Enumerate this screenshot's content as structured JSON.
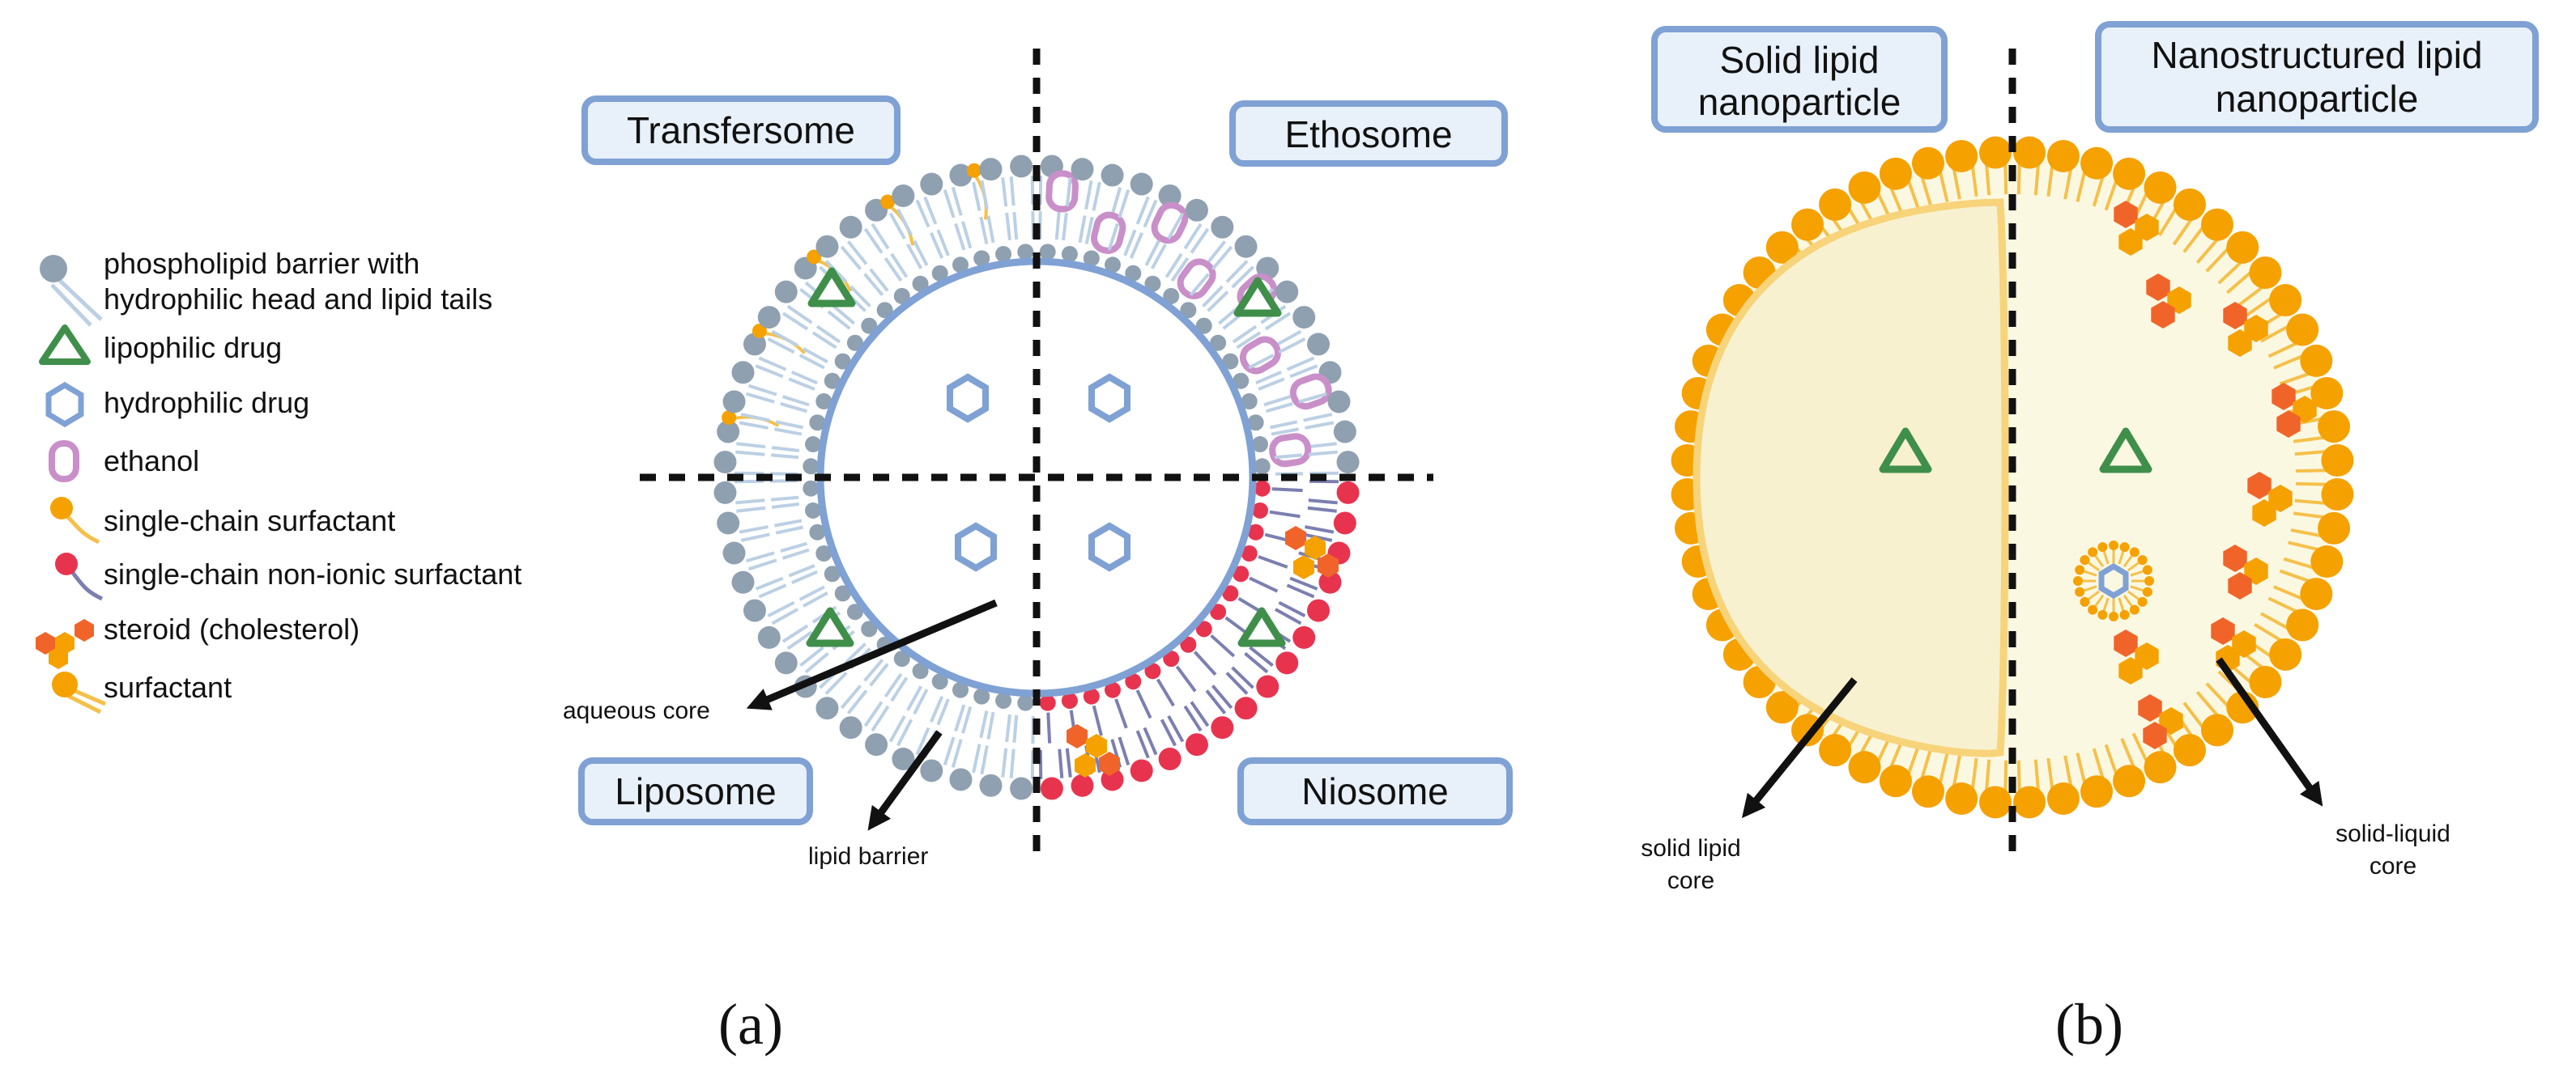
{
  "panel_a": {
    "labels": {
      "transfersome": "Transfersome",
      "ethosome": "Ethosome",
      "liposome": "Liposome",
      "niosome": "Niosome"
    },
    "annotations": {
      "aqueous_core": "aqueous core",
      "lipid_barrier": "lipid barrier"
    },
    "legend": [
      {
        "icon": "phospholipid-icon",
        "line1": "phospholipid barrier with",
        "line2": "hydrophilic head and lipid tails"
      },
      {
        "icon": "lipophilic-drug-icon",
        "line1": "lipophilic drug",
        "line2": ""
      },
      {
        "icon": "hydrophilic-drug-icon",
        "line1": "hydrophilic drug",
        "line2": ""
      },
      {
        "icon": "ethanol-icon",
        "line1": "ethanol",
        "line2": ""
      },
      {
        "icon": "single-chain-surfactant-icon",
        "line1": "single-chain surfactant",
        "line2": ""
      },
      {
        "icon": "non-ionic-surfactant-icon",
        "line1": "single-chain non-ionic surfactant",
        "line2": ""
      },
      {
        "icon": "steroid-icon",
        "line1": "steroid (cholesterol)",
        "line2": ""
      },
      {
        "icon": "surfactant-icon",
        "line1": "surfactant",
        "line2": ""
      }
    ],
    "panel_label": "(a)"
  },
  "panel_b": {
    "labels": {
      "sln_line1": "Solid lipid",
      "sln_line2": "nanoparticle",
      "nlc_line1": "Nanostructured lipid",
      "nlc_line2": "nanoparticle"
    },
    "annotations": {
      "solid_core_line1": "solid lipid",
      "solid_core_line2": "core",
      "sl_core_line1": "solid-liquid",
      "sl_core_line2": "core"
    },
    "panel_label": "(b)"
  },
  "colors": {
    "phospholipid_head": "#8fa0b0",
    "phospholipid_tail": "#bcd0e4",
    "drug_green": "#3f8f4a",
    "hydrophilic_blue": "#7fa1d4",
    "ethanol_pink": "#c98fc9",
    "surfactant_orange": "#f5a100",
    "nonionic_red": "#e8334f",
    "steroid_red": "#f0642a",
    "core_cream": "#f7f1cf",
    "nlc_cream": "#fbf8e2"
  }
}
